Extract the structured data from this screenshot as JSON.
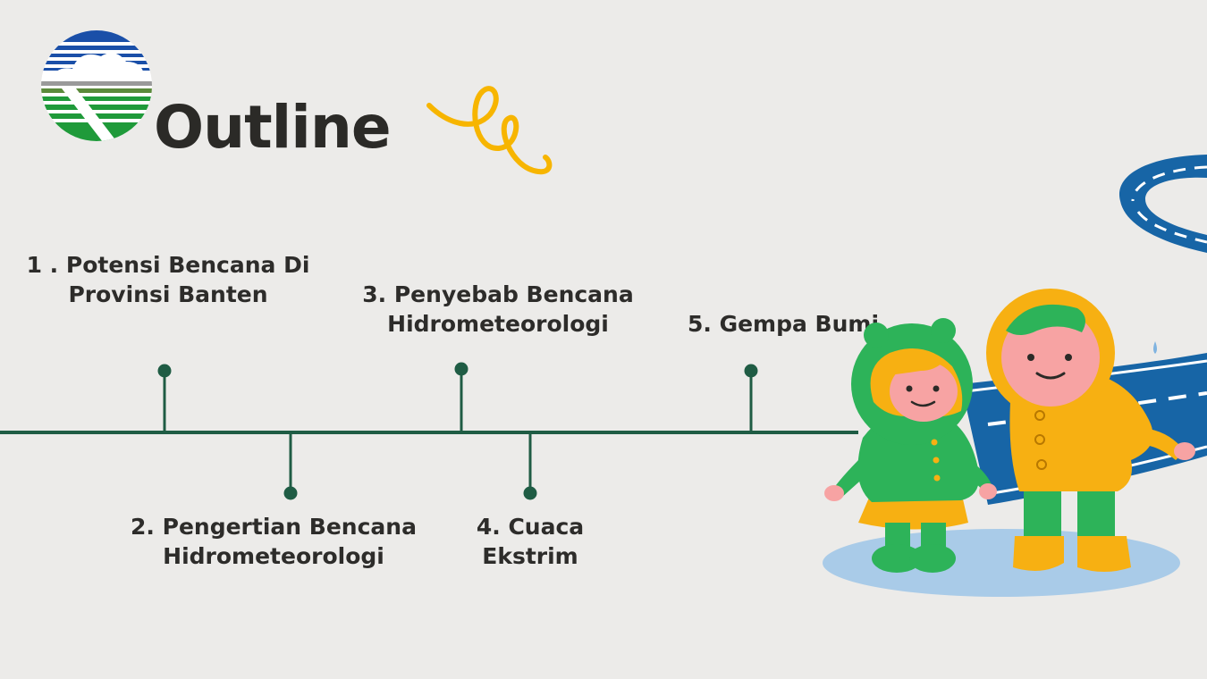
{
  "title": "Outline",
  "colors": {
    "background": "#ecebe9",
    "timeline": "#1f5c44",
    "accent_yellow": "#f7b500",
    "road_blue": "#1765a6",
    "green": "#2db359",
    "orange": "#f7b012"
  },
  "items": [
    {
      "number": "1",
      "line1": "1 . Potensi Bencana Di",
      "line2": "Provinsi Banten"
    },
    {
      "number": "2",
      "line1": "2. Pengertian Bencana",
      "line2": "Hidrometeorologi"
    },
    {
      "number": "3",
      "line1": "3. Penyebab Bencana",
      "line2": "Hidrometeorologi"
    },
    {
      "number": "4",
      "line1": "4. Cuaca",
      "line2": "Ekstrim"
    },
    {
      "number": "5",
      "line1": "5. Gempa Bumi",
      "line2": ""
    }
  ],
  "icons": {
    "logo": "bmkg-logo-icon",
    "squiggle": "squiggle-decoration-icon",
    "illustration": "children-raincoat-illustration"
  }
}
